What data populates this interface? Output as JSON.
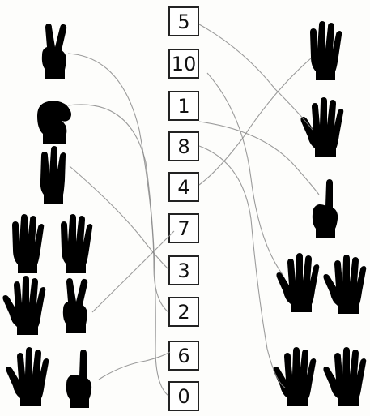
{
  "numbers": [
    "5",
    "10",
    "1",
    "8",
    "4",
    "7",
    "3",
    "2",
    "6",
    "0"
  ],
  "hand_groups": {
    "left": [
      {
        "fingers": 2,
        "icon": "hand-two-fingers"
      },
      {
        "fingers": 0,
        "icon": "fist"
      },
      {
        "fingers": 3,
        "icon": "hand-three-fingers"
      },
      {
        "fingers": 8,
        "icons": [
          "hand-four-fingers",
          "hand-four-fingers"
        ]
      },
      {
        "fingers": 7,
        "icons": [
          "open-hand",
          "hand-two-fingers"
        ]
      },
      {
        "fingers": 6,
        "icons": [
          "open-hand",
          "hand-one-finger"
        ]
      }
    ],
    "right": [
      {
        "fingers": 4,
        "icon": "hand-four-fingers"
      },
      {
        "fingers": 5,
        "icon": "open-hand"
      },
      {
        "fingers": 1,
        "icon": "hand-one-finger"
      },
      {
        "fingers": 10,
        "icons": [
          "open-hand",
          "open-hand"
        ]
      },
      {
        "fingers": 10,
        "icons": [
          "open-hand",
          "open-hand"
        ]
      }
    ]
  },
  "line_color": "#8a8a8a",
  "ink_color": "#1a1a1a"
}
